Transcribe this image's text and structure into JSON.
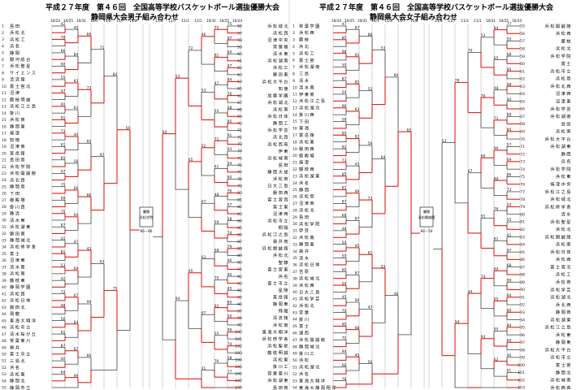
{
  "left_sheet": {
    "title1": "平成２７年度　第４６回　全国高等学校バスケットボール選抜優勝大会",
    "title2": "静岡県大会男子組み合わせ",
    "dates_left": [
      "10/24",
      "10/25",
      "10/31",
      "11/1",
      "11/3",
      "11/7",
      "11/8"
    ],
    "dates_right": [
      "11/8",
      "11/7",
      "11/3",
      "11/1",
      "10/31",
      "10/25",
      "10/24"
    ],
    "center_box": [
      "優勝",
      "浜松学院"
    ],
    "center_score": "66－66"
  },
  "right_sheet": {
    "title1": "平成２７年度　第４６回　全国高等学校バスケットボール選抜優勝大会",
    "title2": "静岡県大会女子組み合わせ",
    "dates_left": [
      "10/24",
      "10/25",
      "10/31",
      "11/1",
      "11/3",
      "11/7",
      "11/8"
    ],
    "dates_right": [
      "11/8",
      "11/7",
      "11/3",
      "11/1",
      "10/31",
      "10/25",
      "10/24"
    ],
    "center_box": [
      "優勝",
      "浜松開誠館"
    ],
    "center_score": "94－54"
  },
  "colors": {
    "winner_line": "#e0201a",
    "loser_line": "#111111"
  },
  "boys_left_teams": [
    "1 島田",
    "2 浜松北",
    "3 浜松工",
    "4 浜名",
    "5 静岡",
    "6 駿河総合",
    "7 浜松聖星",
    "8 サイエンス",
    "9 清流館",
    "10 富士宮北",
    "11 沼津",
    "12 藤枝明誠",
    "13 浜松江之島",
    "14 掛川",
    "15 浜松商",
    "16 静岡東",
    "17 焼津",
    "18 知徳",
    "19 沼津商",
    "20 富岳館",
    "21 島田商",
    "22 浜松学院",
    "23 浜松開誠館",
    "24 浜北西",
    "25 静岡商",
    "26 下田",
    "27 御殿場",
    "28 掛川西",
    "29 静清",
    "30 清水東",
    "31 浜松湖東",
    "32 磐田南",
    "33 静岡城北",
    "34 浜松修学舎",
    "35 富士",
    "36 沼津東",
    "37 清水南",
    "38 浜松南",
    "39 藤枝東",
    "40 静岡学園",
    "41 浜松西",
    "42 浜松日体",
    "43 磐田北",
    "44 飛龍",
    "45 東海大翔洋",
    "46 浜松市立",
    "47 清水桜が丘",
    "48 常葉菊川",
    "49 袋井",
    "50 富士市立",
    "51 三島北",
    "52 浜名",
    "53 浜松東",
    "54 静岡北",
    "55 静岡市立"
  ],
  "boys_right_teams": [
    "56 浜松城北",
    "57 浜松西",
    "58 沼津中央",
    "59 常葉橘",
    "60 清水東",
    "61 浜松湖南",
    "62 浜松工",
    "63 磐田東",
    "64 浜松大平台",
    "65 知徳",
    "66 加藤学園",
    "67 浜松湖北",
    "68 浜松南",
    "69 浜松日体",
    "70 静岡工",
    "71 浜松学芸",
    "72 浜北西",
    "73 浜松西高",
    "74 伊東",
    "75 浜松城南",
    "76 島田",
    "77 静岡大成",
    "78 浜松商",
    "79 日大三島",
    "80 磐田西",
    "81 富士宮西",
    "82 富士東",
    "83 沼津西",
    "84 浜松市立",
    "85 桐陽",
    "86 浜松江之島",
    "87 袋井商",
    "88 浜松開誠館",
    "89 浜松北",
    "90 聖隷",
    "91 富士宮東",
    "92 浜名",
    "93 富士市立",
    "94 星陵",
    "95 富岳館",
    "96 静岡東",
    "97 飛龍",
    "98 清流館",
    "99 浜松南",
    "100 東海大翔洋",
    "101 浜松修学舎",
    "102 浜松聖星",
    "103 藤枝明誠",
    "104 浜松東",
    "105 掛川工",
    "106 常葉菊川",
    "107 浜松湖東",
    "108 島田商"
  ],
  "girls_left_teams": [
    "1 常葉学園",
    "2 浜松西",
    "3 藤枝",
    "4 浜北",
    "5 浜松工",
    "6 富士宮",
    "7 浜松湖南",
    "8 三島",
    "9 清水",
    "10 清水南",
    "11 伊東商",
    "12 浜松江之島",
    "13 浜松湖北",
    "14 掛川西",
    "15 下田",
    "16 東海",
    "17 富岳館",
    "18 浜松東",
    "19 磐田西",
    "20 御殿場",
    "21 焼津",
    "22 藤枝西",
    "23 浜松湖東",
    "24 浜名",
    "25 静岡",
    "26 浜松商",
    "27 沼津商",
    "28 浜松北",
    "29 島田",
    "30 浜松学院",
    "31 伊豆",
    "32 浜松南",
    "33 静岡東",
    "34 袋井",
    "35 清水",
    "36 浜松日体",
    "37 吉原",
    "38 浜松城北",
    "39 浜松西",
    "40 日大三島",
    "41 浜松学芸",
    "42 浜松北",
    "43 常葉",
    "44 掛川",
    "45 富士",
    "46 湖西",
    "47 浜松開誠館",
    "48 静岡城北",
    "49 掛川工",
    "50 浜松",
    "51 浜松湖北",
    "52 浜名",
    "53 東海大翔洋",
    "54 東海大静岡翔洋"
  ],
  "girls_right_teams": [
    "55 浜松開誠館",
    "56 浜松西",
    "57 藤枝",
    "58 浜松北",
    "59 浜松学院",
    "60 富士",
    "61 浜松市立",
    "62 浜松商",
    "63 浜松北西",
    "64 沼津西",
    "65 沼津東",
    "66 浜松学芸",
    "67 浜松湖南",
    "68 島田",
    "69 浜松南",
    "70 浜松大平台",
    "71 浜松湖東",
    "72 静岡",
    "73 浜名",
    "74 浜松学院",
    "75 浜松東",
    "76 焼津中央",
    "77 浜松江之島",
    "78 浜松城北",
    "79 浜松修学舎",
    "80 清水",
    "81 浜松聖星",
    "82 浜松北",
    "83 浜松開誠館",
    "84 浜松南",
    "85 浜松日体",
    "86 浜松西",
    "87 富士宮北",
    "88 浜松工",
    "89 浜松商",
    "90 浜松学芸",
    "91 浜松湖北",
    "92 浜北西",
    "93 静岡商",
    "94 浜松湖東",
    "95 浜松江之島",
    "96 浜松東",
    "97 静岡東",
    "98 浜松大平台",
    "99 浜松市立",
    "100 富士宮",
    "101 静岡北",
    "102 浜松城南",
    "103 浜松西高"
  ]
}
